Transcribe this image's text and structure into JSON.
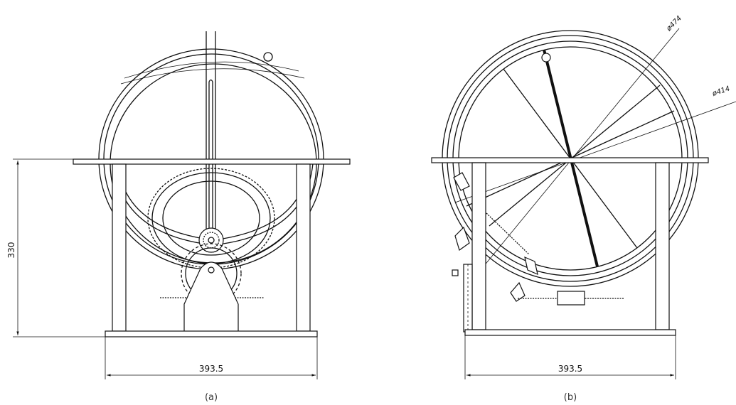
{
  "figure_a": {
    "caption": "(a)",
    "height_dim": "330",
    "width_dim": "393.5"
  },
  "figure_b": {
    "caption": "(b)",
    "width_dim": "393.5",
    "outer_diameter": "ø474",
    "inner_diameter": "ø414"
  }
}
